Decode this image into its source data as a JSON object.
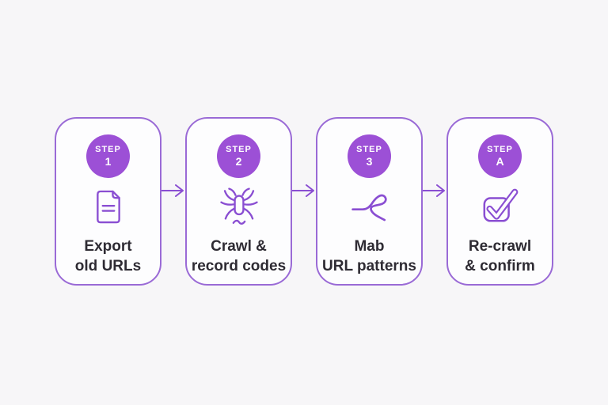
{
  "title": "Website migration crawl steps diagram",
  "colors": {
    "background": "#f7f6f8",
    "card_background": "#fdfdfe",
    "card_border": "#9a6ad6",
    "badge_fill": "#9c50d6",
    "badge_text": "#ffffff",
    "icon_stroke": "#8a4ed2",
    "arrow": "#8a4ed2",
    "caption_text": "#2e2b33"
  },
  "steps": [
    {
      "badge_label": "STEP",
      "badge_value": "1",
      "icon": "document-icon",
      "label_line1": "Export",
      "label_line2": "old URLs"
    },
    {
      "badge_label": "STEP",
      "badge_value": "2",
      "icon": "spider-icon",
      "label_line1": "Crawl &",
      "label_line2": "record codes"
    },
    {
      "badge_label": "STEP",
      "badge_value": "3",
      "icon": "branch-icon",
      "label_line1": "Mab",
      "label_line2": "URL patterns"
    },
    {
      "badge_label": "STEP",
      "badge_value": "A",
      "icon": "checkbox-check-icon",
      "label_line1": "Re-crawl",
      "label_line2": "& confirm"
    }
  ],
  "arrow_count": 3
}
